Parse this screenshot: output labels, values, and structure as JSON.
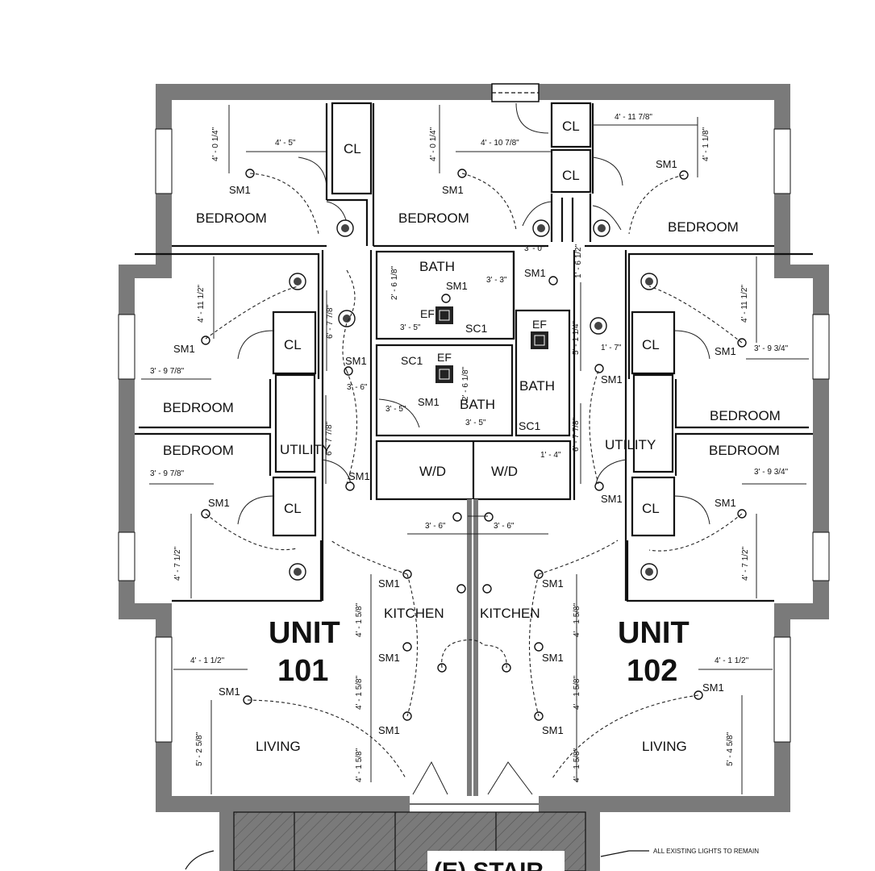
{
  "units": [
    {
      "id": "unit-101",
      "label_line1": "UNIT",
      "label_line2": "101"
    },
    {
      "id": "unit-102",
      "label_line1": "UNIT",
      "label_line2": "102"
    }
  ],
  "rooms": {
    "bedroom_tl": "BEDROOM",
    "bedroom_tc": "BEDROOM",
    "bedroom_tr": "BEDROOM",
    "bedroom_ml": "BEDROOM",
    "bedroom_mr": "BEDROOM",
    "bedroom_ll": "BEDROOM",
    "bedroom_lr": "BEDROOM",
    "bath_top": "BATH",
    "bath_mid": "BATH",
    "bath_right": "BATH",
    "utility_left": "UTILITY",
    "utility_right": "UTILITY",
    "wd_left": "W/D",
    "wd_right": "W/D",
    "kitchen_left": "KITCHEN",
    "kitchen_right": "KITCHEN",
    "living_left": "LIVING",
    "living_right": "LIVING",
    "stair": "(E) STAIR",
    "closet": "CL"
  },
  "symbols": {
    "smoke_alarm": "SM1",
    "exhaust_fan": "EF",
    "switch_sc1": "SC1"
  },
  "dimensions": {
    "tl_v": "4' - 0 1/4\"",
    "tl_h": "4' - 5\"",
    "tc_v": "4' - 0 1/4\"",
    "tc_h": "4' - 10 7/8\"",
    "tr_h": "4' - 11 7/8\"",
    "tr_v": "4' - 1 1/8\"",
    "ml_v": "4' - 11 1/2\"",
    "ml_h": "3' - 9 7/8\"",
    "mr_v": "4' - 11 1/2\"",
    "mr_h": "3' - 9 3/4\"",
    "ll_h": "3' - 9 7/8\"",
    "ll_v": "4' - 7 1/2\"",
    "lr_h": "3' - 9 3/4\"",
    "lr_v": "4' - 7 1/2\"",
    "bath_a": "2' - 6 1/8\"",
    "bath_b": "3' - 3\"",
    "bath_c": "3' - 5\"",
    "bath_d": "2' - 6 1/8\"",
    "bath_e": "3' - 5\"",
    "bath_f": "3' - 5\"",
    "hall_a": "6' - 7 7/8\"",
    "hall_b": "6' - 7 7/8\"",
    "hall_c": "3' - 6\"",
    "hall_d": "3' - 0\"",
    "hall_e": "1' - 6 1/2\"",
    "hall_f": "5' - 1 1/4\"",
    "hall_g": "1' - 7\"",
    "hall_h": "6' - 7 7/8\"",
    "hall_i": "1' - 4\"",
    "k_top_l": "3' - 6\"",
    "k_top_r": "3' - 6\"",
    "k_l1": "4' - 1 5/8\"",
    "k_l2": "4' - 1 5/8\"",
    "k_l3": "4' - 1 5/8\"",
    "k_r1": "4' - 1 5/8\"",
    "k_r2": "4' - 1 5/8\"",
    "k_r3": "4' - 1 5/8\"",
    "liv_l_h": "4' - 1 1/2\"",
    "liv_l_v": "5' - 2 5/8\"",
    "liv_r_h": "4' - 1 1/2\"",
    "liv_r_v": "5' - 4 5/8\""
  },
  "notes": {
    "lights": "ALL EXISTING LIGHTS TO REMAIN"
  }
}
